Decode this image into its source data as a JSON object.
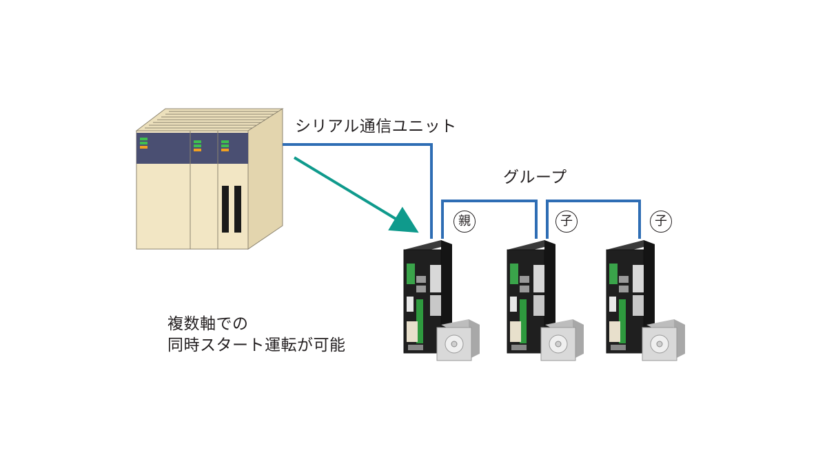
{
  "labels": {
    "serial_unit": "シリアル通信ユニット",
    "group": "グループ",
    "multi_axis_line1": "複数軸での",
    "multi_axis_line2": "同時スタート運転が可能"
  },
  "badges": {
    "parent": "親",
    "child_1": "子",
    "child_2": "子"
  },
  "colors": {
    "cable": "#2e6db4",
    "arrow": "#0f9a8c",
    "plc_body": "#f2e6c4",
    "plc_panel": "#4a4f72",
    "driver_body": "#1f1f1f",
    "motor": "#d9d9d9"
  }
}
